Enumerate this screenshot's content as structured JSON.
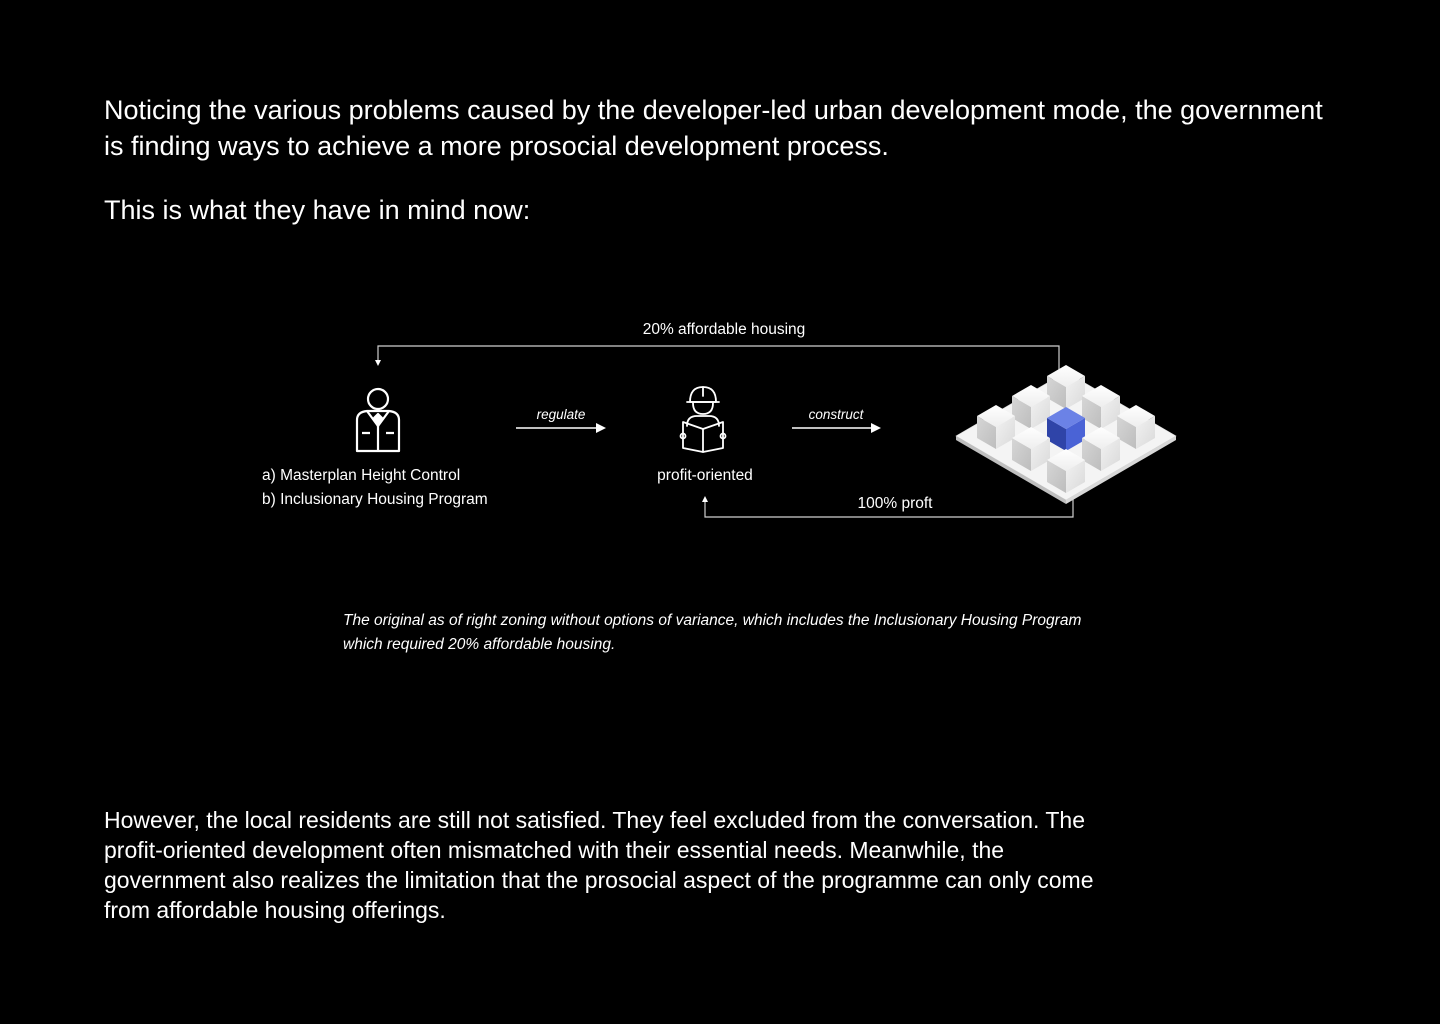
{
  "intro": {
    "paragraph1": "Noticing the various problems caused by the developer-led urban development mode, the government is finding ways to achieve a more prosocial development process.",
    "paragraph2": "This is what they have in mind now:"
  },
  "diagram": {
    "top_flow_label": "20% affordable housing",
    "arrow_regulate_label": "regulate",
    "arrow_construct_label": "construct",
    "government_policies": [
      "a) Masterplan Height Control",
      "b) Inclusionary Housing Program"
    ],
    "developer_label": "profit-oriented",
    "bottom_flow_label": "100% proft",
    "icons": {
      "government": "government-official-icon",
      "developer": "developer-worker-icon",
      "buildings": "isometric-buildings-icon"
    },
    "colors": {
      "highlight_block": "#3f57c4",
      "lines": "#cfcfcf"
    }
  },
  "caption": "The original as of right zoning without options of variance, which includes the Inclusionary Housing Program which required 20% affordable housing.",
  "outro": "However, the local residents are still not satisfied. They feel excluded from the conversation. The profit-oriented development often mismatched with their essential needs. Meanwhile, the government also realizes the limitation that the prosocial aspect of the programme can only come from affordable housing offerings."
}
